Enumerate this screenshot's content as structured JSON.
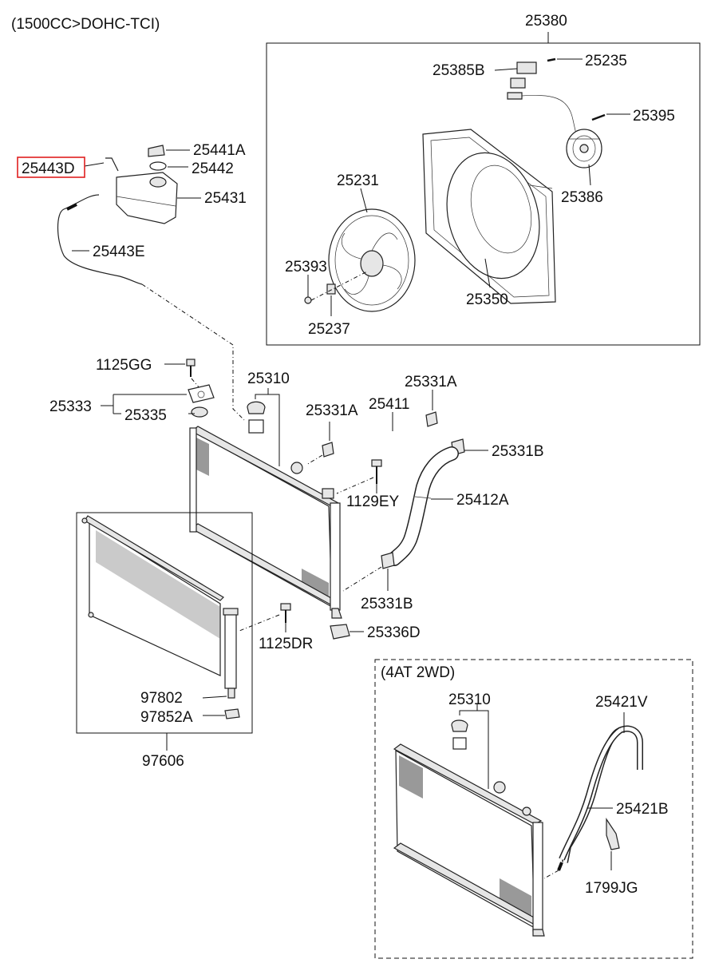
{
  "header": {
    "variant": "(1500CC>DOHC-TCI)"
  },
  "parts": {
    "p25380": "25380",
    "p25385b": "25385B",
    "p25235": "25235",
    "p25395": "25395",
    "p25386": "25386",
    "p25231": "25231",
    "p25393": "25393",
    "p25237": "25237",
    "p25350": "25350",
    "p25441a": "25441A",
    "p25442": "25442",
    "p25443d": "25443D",
    "p25431": "25431",
    "p25443e": "25443E",
    "p1125gg": "1125GG",
    "p25333": "25333",
    "p25335": "25335",
    "p25310": "25310",
    "p25331a_1": "25331A",
    "p25331a_2": "25331A",
    "p25411": "25411",
    "p25331b_1": "25331B",
    "p1129ey": "1129EY",
    "p25412a": "25412A",
    "p25331b_2": "25331B",
    "p25336d": "25336D",
    "p1125dr": "1125DR",
    "p97802": "97802",
    "p97852a": "97852A",
    "p97606": "97606"
  },
  "inset": {
    "title": "(4AT 2WD)",
    "p25310": "25310",
    "p25421v": "25421V",
    "p25421b": "25421B",
    "p1799jg": "1799JG"
  },
  "highlight_color": "#e02020"
}
